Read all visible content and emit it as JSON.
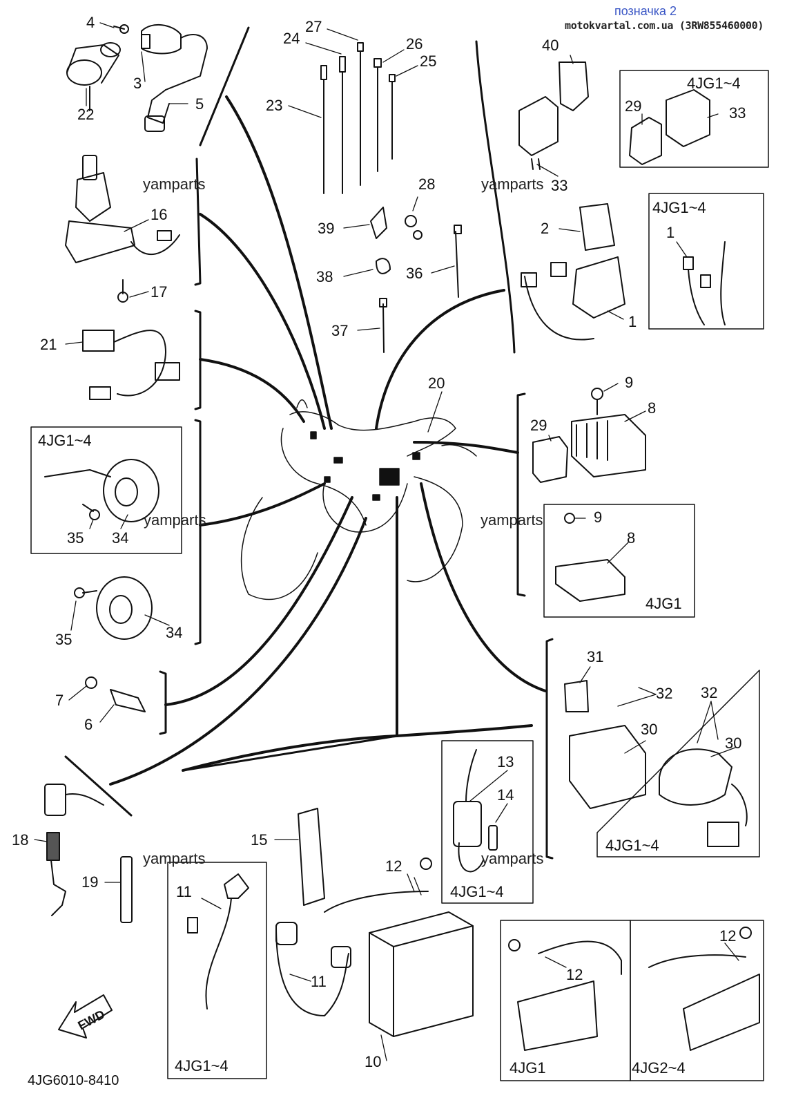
{
  "header": {
    "title": "позначка 2",
    "source": "motokvartal.com.ua (3RW855460000)"
  },
  "watermark": "yamparts",
  "diagram_code": "4JG6010-8410",
  "fwd_label": "FWD",
  "variant_labels": {
    "v33": "4JG1~4",
    "v1": "4JG1~4",
    "v34": "4JG1~4",
    "v8": "4JG1",
    "v30": "4JG1~4",
    "v13": "4JG1~4",
    "v11": "4JG1~4",
    "v12a": "4JG1",
    "v12b": "4JG2~4"
  },
  "callouts": {
    "c1": "1",
    "c1b": "1",
    "c2": "2",
    "c3": "3",
    "c4": "4",
    "c5": "5",
    "c6": "6",
    "c7": "7",
    "c8a": "8",
    "c8b": "8",
    "c9a": "9",
    "c9b": "9",
    "c10": "10",
    "c11a": "11",
    "c11b": "11",
    "c12a": "12",
    "c12b": "12",
    "c12c": "12",
    "c13": "13",
    "c14": "14",
    "c15": "15",
    "c16": "16",
    "c17": "17",
    "c18": "18",
    "c19": "19",
    "c20": "20",
    "c21": "21",
    "c22": "22",
    "c23": "23",
    "c24": "24",
    "c25": "25",
    "c26": "26",
    "c27": "27",
    "c28": "28",
    "c29a": "29",
    "c29b": "29",
    "c30a": "30",
    "c30b": "30",
    "c31": "31",
    "c32a": "32",
    "c32b": "32",
    "c33a": "33",
    "c33b": "33",
    "c34a": "34",
    "c34b": "34",
    "c35a": "35",
    "c35b": "35",
    "c36": "36",
    "c37": "37",
    "c38": "38",
    "c39": "39",
    "c40": "40"
  }
}
